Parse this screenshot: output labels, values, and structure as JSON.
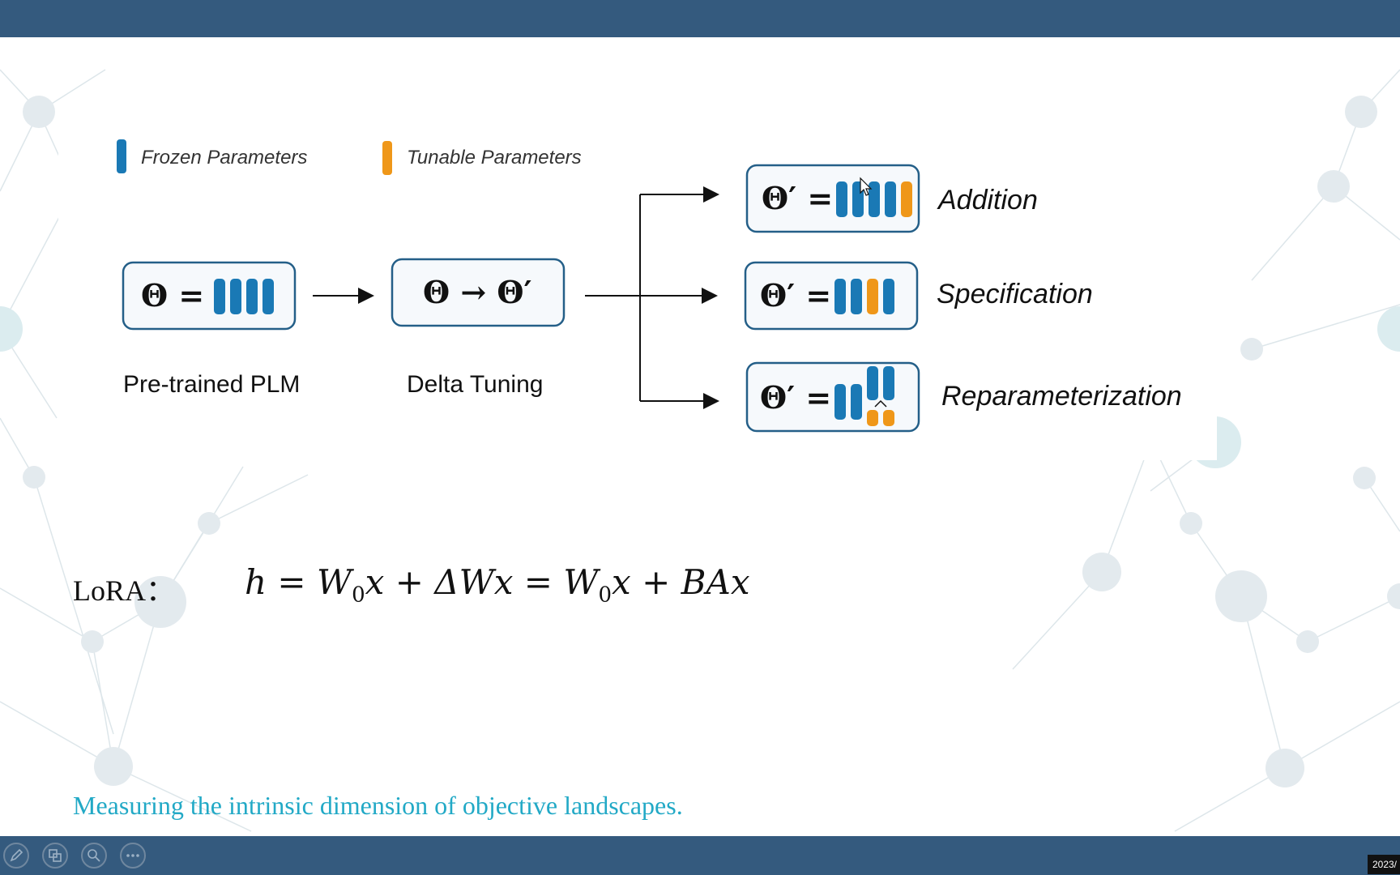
{
  "legend": {
    "frozen_label": "Frozen Parameters",
    "tunable_label": "Tunable Parameters",
    "frozen_color": "#1a79b5",
    "tunable_color": "#ef9719"
  },
  "diagram": {
    "plm_box": "Θ =",
    "delta_box": "Θ → Θ′",
    "plm_caption": "Pre-trained PLM",
    "delta_caption": "Delta Tuning",
    "result_box": "Θ′ =",
    "methods": [
      "Addition",
      "Specification",
      "Reparameterization"
    ]
  },
  "lora": {
    "label": "LoRA：",
    "formula_parts": [
      "h = W",
      "0",
      "x + ΔWx = W",
      "0",
      "x + BAx"
    ]
  },
  "reference": {
    "text": "Measuring the intrinsic dimension of objective landscapes."
  },
  "toolbar": {
    "icons": [
      "pen-icon",
      "slides-icon",
      "zoom-icon",
      "more-icon"
    ],
    "clock_text": "2023/"
  }
}
